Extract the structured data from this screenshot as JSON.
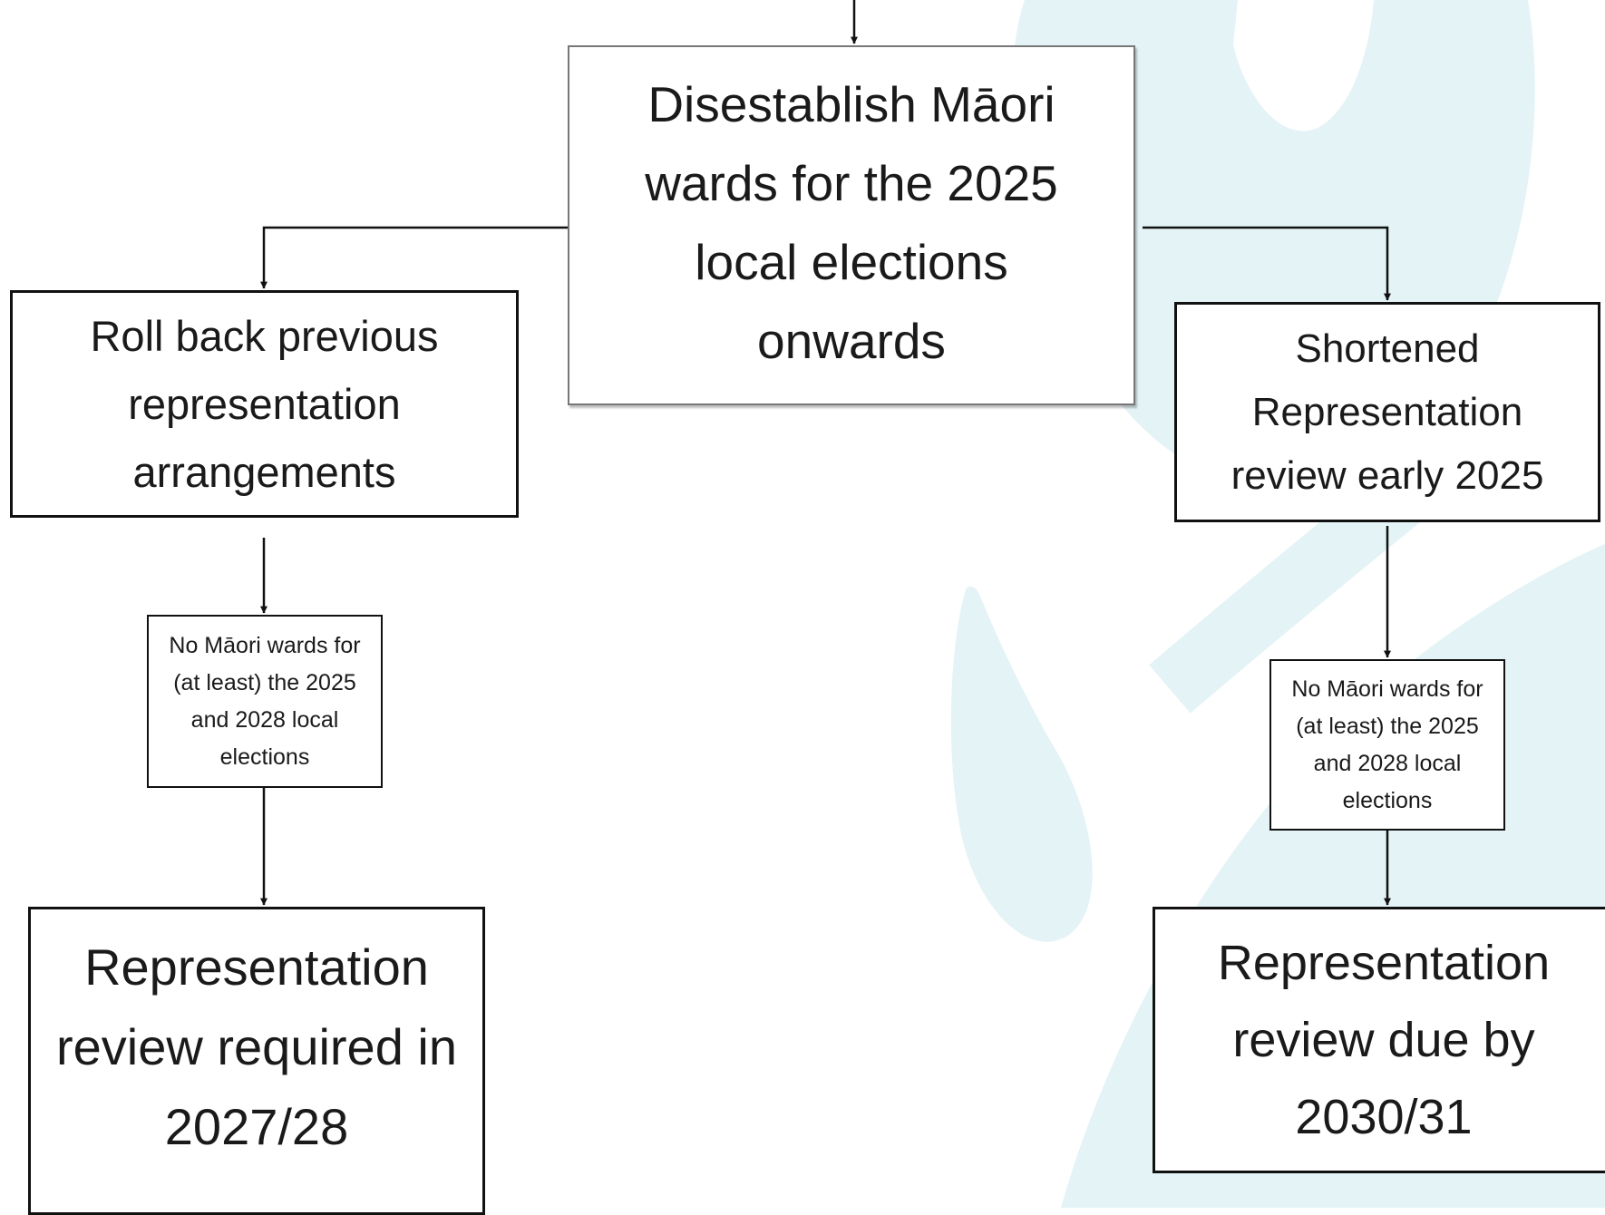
{
  "diagram": {
    "top": "Disestablish Māori wards for the 2025 local elections onwards",
    "left_branch": "Roll back previous representation arrangements",
    "right_branch": "Shortened Representation review early 2025",
    "left_outcome": "No Māori wards for (at least) the 2025 and 2028 local elections",
    "right_outcome": "No Māori wards for (at least) the 2025 and 2028 local elections",
    "left_result": "Representation review required in 2027/28",
    "right_result": "Representation review due by 2030/31"
  },
  "colors": {
    "line": "#111111",
    "box_border": "#111111",
    "background_motif": "#e4f3f6"
  }
}
